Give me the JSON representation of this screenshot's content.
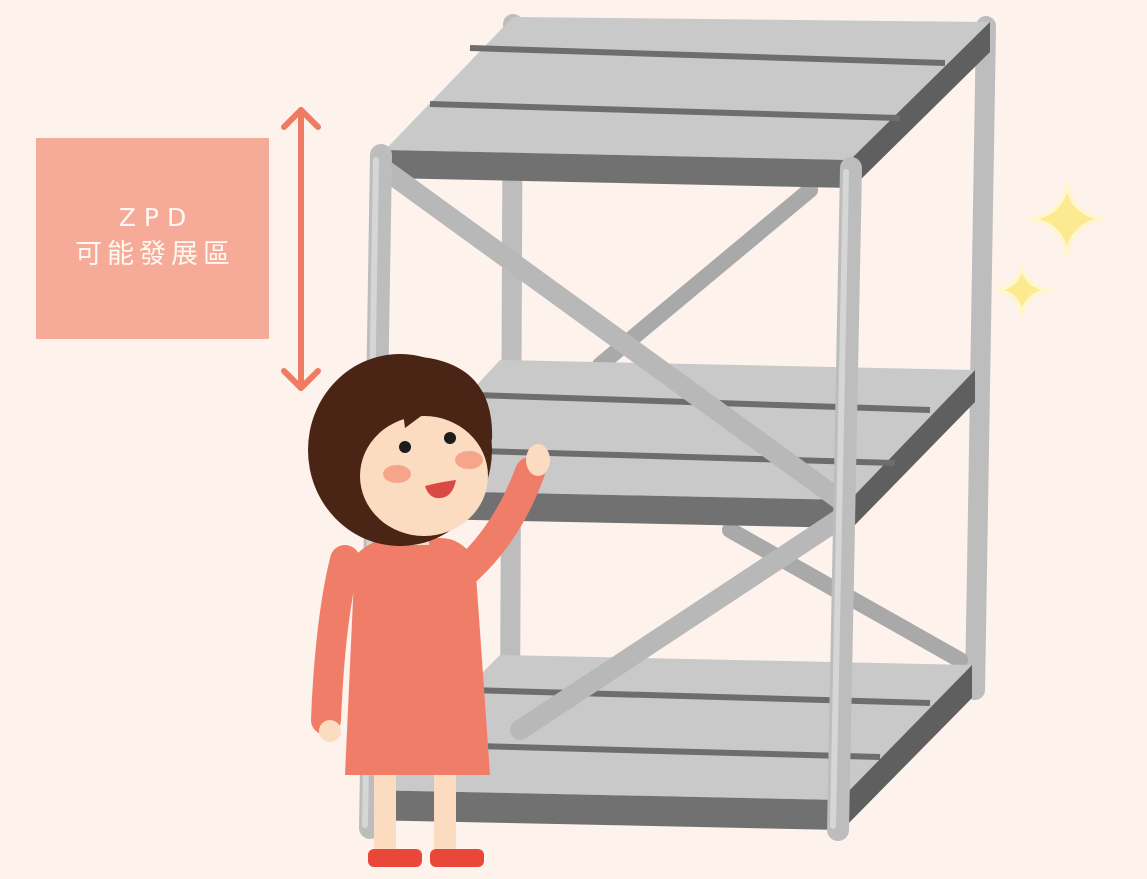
{
  "zpd_label": {
    "title": "ZPD",
    "subtitle": "可能發展區"
  },
  "icons": {
    "arrow": "double-headed-vertical-arrow",
    "sparkles": "sparkle-stars",
    "child": "girl-reaching-up",
    "shelf": "metal-shelving-unit"
  },
  "colors": {
    "background": "#fdf2ec",
    "label_box": "#f6ab99",
    "label_text": "#fff7f2",
    "arrow": "#ef7b62",
    "shelf_light": "#c9c9c9",
    "shelf_dark": "#717171",
    "frame": "#b5b5b5",
    "sparkle": "#fde98f",
    "dress": "#ef7d67",
    "hair": "#4a2414",
    "skin": "#fcdcc0",
    "shoes": "#e8473a"
  }
}
